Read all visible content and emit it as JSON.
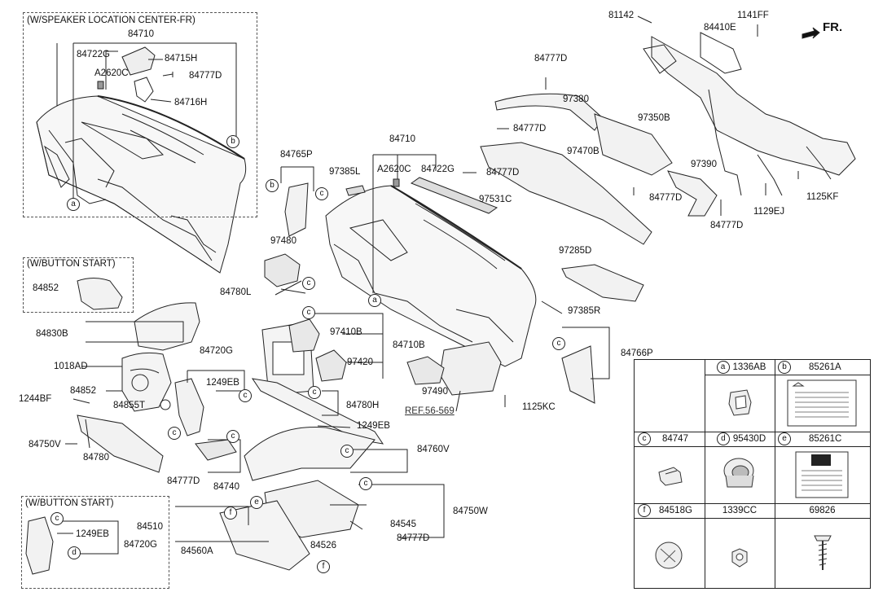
{
  "header": {
    "direction": "FR."
  },
  "sections": {
    "speaker_center": "(W/SPEAKER LOCATION CENTER-FR)",
    "button_start_top": "(W/BUTTON START)",
    "button_start_bottom": "(W/BUTTON START)"
  },
  "reference": "REF.56-569",
  "labels": {
    "l81142": "81142",
    "l1141FF": "1141FF",
    "l84410E": "84410E",
    "l84777D_a": "84777D",
    "l97380": "97380",
    "l97350B": "97350B",
    "l84777D_b": "84777D",
    "l97470B": "97470B",
    "l84777D_c": "84777D",
    "l97390": "97390",
    "l1125KF": "1125KF",
    "l1129EJ": "1129EJ",
    "l84777D_d": "84777D",
    "l84777D_e": "84777D",
    "l84710_top": "84710",
    "l84722G_top": "84722G",
    "l84715H": "84715H",
    "lA2620C_top": "A2620C",
    "l84777D_top": "84777D",
    "l84716H": "84716H",
    "l84710_mid": "84710",
    "l84765P": "84765P",
    "l97385L": "97385L",
    "lA2620C_mid": "A2620C",
    "l84722G_mid": "84722G",
    "l97531C": "97531C",
    "l97480": "97480",
    "l97285D": "97285D",
    "l84780L": "84780L",
    "l97385R": "97385R",
    "l84852_a": "84852",
    "l84830B": "84830B",
    "l97410B": "97410B",
    "l84710B": "84710B",
    "l84766P": "84766P",
    "l1018AD": "1018AD",
    "l84720G_a": "84720G",
    "l97420": "97420",
    "l1249EB_a": "1249EB",
    "l84852_b": "84852",
    "l1244BF": "1244BF",
    "l84855T": "84855T",
    "l97490": "97490",
    "l84780H": "84780H",
    "l1125KC": "1125KC",
    "l1249EB_b": "1249EB",
    "l84750V": "84750V",
    "l84780": "84780",
    "l84760V": "84760V",
    "l84777D_f": "84777D",
    "l84740": "84740",
    "l84750W": "84750W",
    "l84510": "84510",
    "l84545": "84545",
    "l1249EB_c": "1249EB",
    "l84720G_b": "84720G",
    "l84777D_g": "84777D",
    "l84526": "84526",
    "l84560A": "84560A"
  },
  "callouts": {
    "a": "a",
    "b": "b",
    "c": "c",
    "d": "d",
    "e": "e",
    "f": "f"
  },
  "legend": {
    "a": {
      "letter": "a",
      "code": "1336AB"
    },
    "b": {
      "letter": "b",
      "code": "85261A"
    },
    "c": {
      "letter": "c",
      "code": "84747"
    },
    "d": {
      "letter": "d",
      "code": "95430D"
    },
    "e": {
      "letter": "e",
      "code": "85261C"
    },
    "f": {
      "letter": "f",
      "code": "84518G"
    },
    "g": {
      "code": "1339CC"
    },
    "h": {
      "code": "69826"
    }
  }
}
